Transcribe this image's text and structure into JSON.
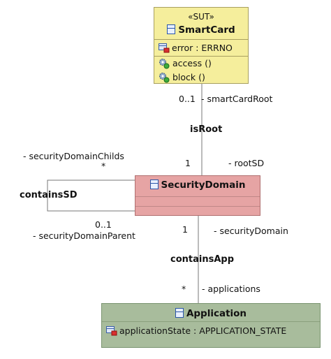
{
  "classes": {
    "smartcard": {
      "stereotype": "«SUT»",
      "name": "SmartCard",
      "attributes": [
        "error : ERRNO"
      ],
      "operations": [
        "access ()",
        "block ()"
      ],
      "fill": "#f5ee9c"
    },
    "securitydomain": {
      "name": "SecurityDomain",
      "fill": "#e6a4a4"
    },
    "application": {
      "name": "Application",
      "attributes": [
        "applicationState : APPLICATION_STATE"
      ],
      "fill": "#a8bc9c"
    }
  },
  "associations": {
    "is_root": {
      "name": "isRoot",
      "end_smartcard": {
        "multiplicity": "0..1",
        "role": "- smartCardRoot"
      },
      "end_securitydomain": {
        "multiplicity": "1",
        "role": "- rootSD"
      }
    },
    "contains_sd": {
      "name": "containsSD",
      "end_children": {
        "multiplicity": "*",
        "role": "- securityDomainChilds"
      },
      "end_parent": {
        "multiplicity": "0..1",
        "role": "- securityDomainParent"
      }
    },
    "contains_app": {
      "name": "containsApp",
      "end_securitydomain": {
        "multiplicity": "1",
        "role": "- securityDomain"
      },
      "end_application": {
        "multiplicity": "*",
        "role": "- applications"
      }
    }
  },
  "icons": {
    "class": "class-icon",
    "attribute": "private-attribute-icon",
    "operation": "operation-gear-icon"
  }
}
